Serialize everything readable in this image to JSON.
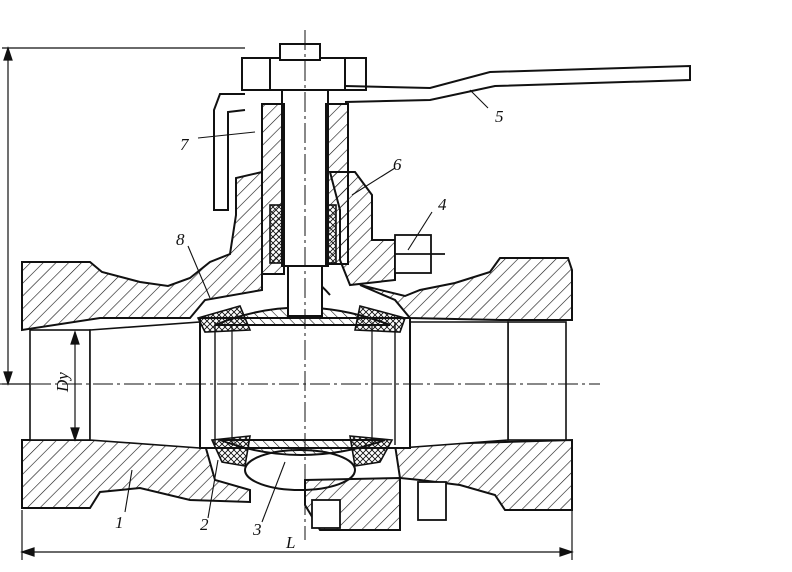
{
  "callouts": {
    "body": "1",
    "seat_ring": "2",
    "plug": "3",
    "cover_bolt": "4",
    "handle": "5",
    "packing": "6",
    "gland": "7",
    "upper_seat": "8"
  },
  "dimensions": {
    "bore_diameter": "Dу",
    "overall_length": "L"
  },
  "colors": {
    "ink": "#111111",
    "paper": "#ffffff"
  }
}
